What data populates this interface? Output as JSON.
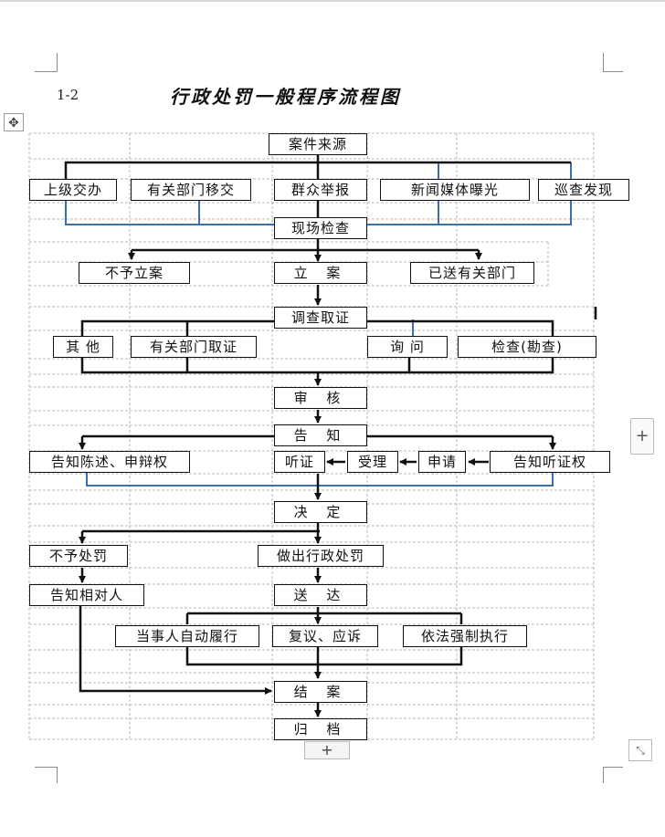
{
  "document": {
    "page_label": "1-2",
    "title": "行政处罚一般程序流程图"
  },
  "controls": {
    "move_handle_icon": "move-icon",
    "move_handle_glyph": "✥",
    "add_column_glyph": "+",
    "add_row_glyph": "+",
    "resize_glyph": "⤡"
  },
  "colors": {
    "arrow": "#111111",
    "blue_connector": "#3d6fb0",
    "gridline": "#b8b8b8"
  },
  "flowchart": {
    "nodes": {
      "case_source": "案件来源",
      "superior_referral": "上级交办",
      "dept_transfer": "有关部门移交",
      "public_report": "群众举报",
      "media_exposure": "新闻媒体曝光",
      "patrol_discovery": "巡查发现",
      "site_inspection": "现场检查",
      "no_filing": "不予立案",
      "filing": "立 案",
      "sent_to_dept": "已送有关部门",
      "investigation": "调查取证",
      "other": "其 他",
      "dept_evidence": "有关部门取证",
      "inquiry": "询 问",
      "inspection_survey": "检查(勘查)",
      "review": "审 核",
      "notice": "告 知",
      "notify_statement": "告知陈述、申辩权",
      "hearing": "听证",
      "acceptance": "受理",
      "application": "申请",
      "notify_hearing": "告知听证权",
      "decision": "决 定",
      "no_penalty": "不予处罚",
      "make_penalty": "做出行政处罚",
      "notify_party": "告知相对人",
      "service": "送 达",
      "voluntary": "当事人自动履行",
      "appeal": "复议、应诉",
      "enforcement": "依法强制执行",
      "close_case": "结 案",
      "archive": "归 档"
    }
  }
}
